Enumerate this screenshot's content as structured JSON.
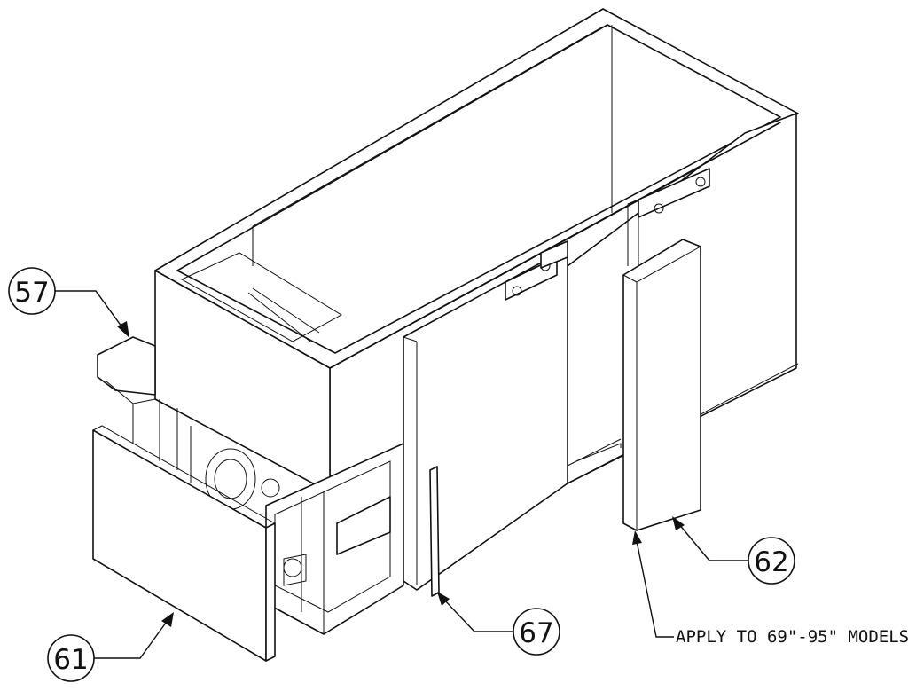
{
  "callouts": [
    {
      "id": "57",
      "label": "57"
    },
    {
      "id": "61",
      "label": "61"
    },
    {
      "id": "62",
      "label": "62"
    },
    {
      "id": "67",
      "label": "67"
    }
  ],
  "note": {
    "text": "APPLY TO 69\"-95\" MODELS"
  }
}
